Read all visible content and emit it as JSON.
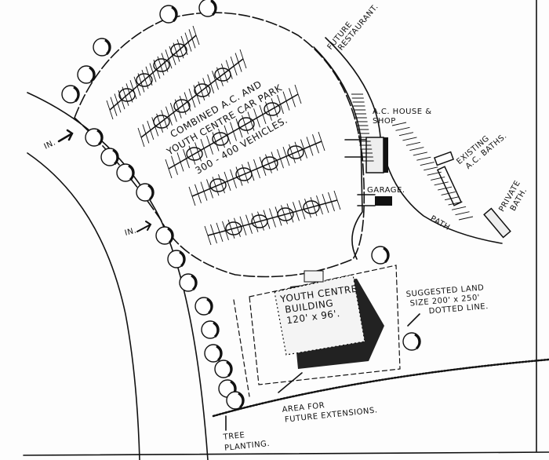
{
  "title": "Site plan sketch",
  "colors": {
    "ink": "#111111",
    "paper": "#fdfdfd",
    "shadow": "#1a1a1a"
  },
  "labels": {
    "car_park_line1": "COMBINED A.C. AND",
    "car_park_line2": "YOUTH CENTRE CAR PARK",
    "vehicles": "300 - 400 VEHICLES.",
    "future_restaurant_1": "FUTURE",
    "future_restaurant_2": "RESTAURANT.",
    "ac_house_1": "A.C. HOUSE &",
    "ac_house_2": "SHOP",
    "existing_baths_1": "EXISTING",
    "existing_baths_2": "A.C. BATHS.",
    "private_bath_1": "PRIVATE",
    "private_bath_2": "BATH.",
    "garage": "GARAGE.",
    "path": "PATH",
    "building_1": "YOUTH CENTRE",
    "building_2": "BUILDING",
    "building_3": "120' x 96'.",
    "land_1": "SUGGESTED LAND",
    "land_2": "SIZE 200' x 250'",
    "land_3": "DOTTED LINE.",
    "extensions_1": "AREA FOR",
    "extensions_2": "FUTURE EXTENSIONS.",
    "tree_1": "TREE",
    "tree_2": "PLANTING.",
    "entrance_1": "IN.",
    "entrance_2": "IN."
  }
}
